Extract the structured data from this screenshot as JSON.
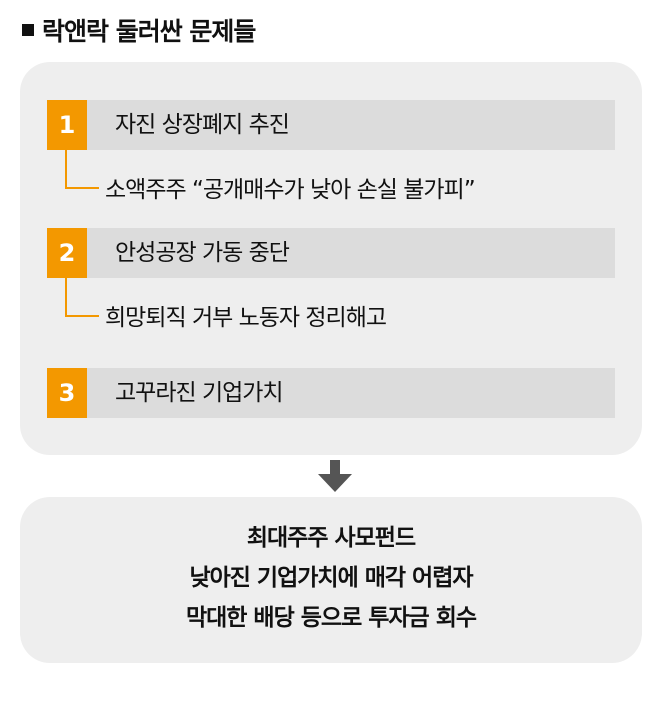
{
  "title": "락앤락 둘러싼 문제들",
  "items": [
    {
      "num": "1",
      "label": "자진 상장폐지 추진",
      "sub": "소액주주 “공개매수가 낮아 손실 불가피”"
    },
    {
      "num": "2",
      "label": "안성공장 가동 중단",
      "sub": "희망퇴직 거부 노동자 정리해고"
    },
    {
      "num": "3",
      "label": "고꾸라진 기업가치"
    }
  ],
  "result": [
    "최대주주 사모펀드",
    "낮아진 기업가치에 매각 어렵자",
    "막대한 배당 등으로 투자금 회수"
  ],
  "colors": {
    "accent": "#f39800",
    "panel": "#eeeeee",
    "bar": "#dcdcdc"
  }
}
